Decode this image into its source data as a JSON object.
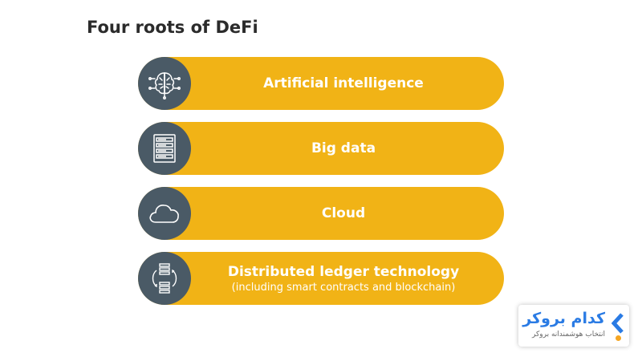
{
  "title": "Four roots of DeFi",
  "items": [
    {
      "label": "Artificial intelligence",
      "sublabel": "",
      "icon": "ai-brain-icon"
    },
    {
      "label": "Big data",
      "sublabel": "",
      "icon": "server-rack-icon"
    },
    {
      "label": "Cloud",
      "sublabel": "",
      "icon": "cloud-icon"
    },
    {
      "label": "Distributed ledger technology",
      "sublabel": "(including smart contracts and blockchain)",
      "icon": "ledger-sync-icon"
    }
  ],
  "colors": {
    "pill": "#F1B316",
    "circle": "#4A5A66",
    "text": "#ffffff",
    "logo_blue": "#2A7BE4",
    "logo_orange": "#F5A623"
  },
  "logo": {
    "brand": "کدام بروکر",
    "tagline": "انتخاب هوشمندانه بروکر",
    "icon": "kadam-broker-logo-icon"
  }
}
